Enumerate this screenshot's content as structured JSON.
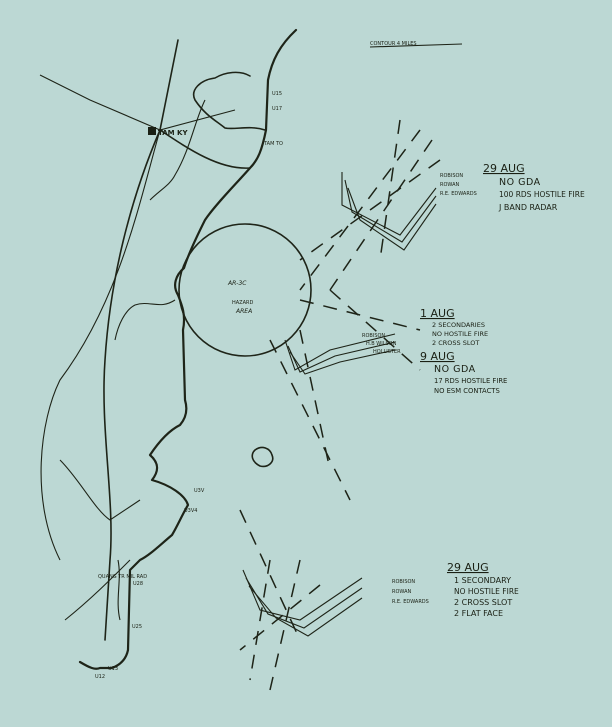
{
  "map": {
    "city": "TAM KY",
    "coast_town": "TAM TO",
    "hazard_area": {
      "line1": "AR-3C",
      "line2": "HAZARD",
      "line3": "AREA"
    },
    "inland_label": "QUANG TR MIL RAD",
    "station_labels": [
      "U15",
      "U17",
      "U3V",
      "U3V4",
      "U28",
      "U25",
      "U13",
      "U12"
    ],
    "scale_label": "CONTOUR 4 MILES"
  },
  "notes": [
    {
      "ships": [
        "ROBISON",
        "ROWAN",
        "R.E. EDWARDS"
      ],
      "heading": "29 AUG",
      "lines": [
        "NO GDA",
        "100 RDS HOSTILE FIRE",
        "J BAND RADAR"
      ]
    },
    {
      "ships": [
        "ROBISON",
        "H.B WILSON",
        "HOLLISTER"
      ],
      "heading": "1 AUG",
      "lines": [
        "2 SECONDARIES",
        "NO HOSTILE FIRE",
        "2 CROSS SLOT"
      ],
      "heading2": "9 AUG",
      "lines2": [
        "NO GDA",
        "17 RDS HOSTILE FIRE",
        "NO ESM CONTACTS"
      ]
    },
    {
      "ships": [
        "ROBISON",
        "ROWAN",
        "R.E. EDWARDS"
      ],
      "heading": "29 AUG",
      "lines": [
        "1 SECONDARY",
        "NO HOSTILE FIRE",
        "2 CROSS SLOT",
        "2 FLAT FACE"
      ]
    }
  ]
}
